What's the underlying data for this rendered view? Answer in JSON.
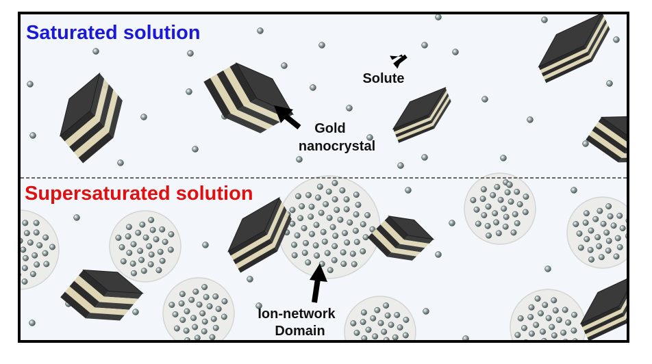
{
  "panels": {
    "top_title": "Saturated solution",
    "bottom_title": "Supersaturated solution"
  },
  "labels": {
    "solute": "Solute",
    "gold_line1": "Gold",
    "gold_line2": "nanocrystal",
    "ion_line1": "Ion-network",
    "ion_line2": "Domain"
  },
  "colors": {
    "top_title": "#1a1ad6",
    "bottom_title": "#e01010",
    "panel_background": "#f3f7fb",
    "border": "#000000",
    "domain_fill": "#ececea",
    "domain_stroke": "#cfd2cf",
    "crystal_dark": "#2b2b2b",
    "crystal_stripe": "#ddd5b4",
    "particle": "#7d8c8c"
  },
  "icons": [
    "gold-nanocrystal-icon",
    "solute-particle-icon",
    "ion-network-domain-icon",
    "arrow-icon"
  ]
}
